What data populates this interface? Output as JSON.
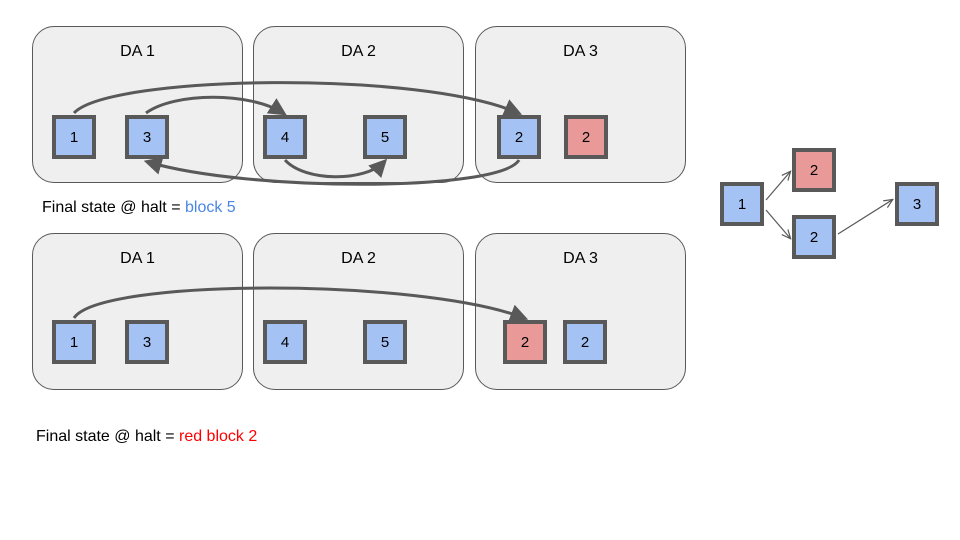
{
  "top_diagram": {
    "panels": [
      {
        "label": "DA 1"
      },
      {
        "label": "DA 2"
      },
      {
        "label": "DA 3"
      }
    ],
    "blocks": [
      "1",
      "3",
      "4",
      "5",
      "2",
      "2"
    ],
    "caption_prefix": "Final state @ halt = ",
    "caption_value": "block 5",
    "caption_value_color": "#4a86e8"
  },
  "bottom_diagram": {
    "panels": [
      {
        "label": "DA 1"
      },
      {
        "label": "DA 2"
      },
      {
        "label": "DA 3"
      }
    ],
    "blocks": [
      "1",
      "3",
      "4",
      "5",
      "2",
      "2"
    ],
    "caption_prefix": "Final state @ halt = ",
    "caption_value": "red block 2",
    "caption_value_color": "#ff0000"
  },
  "tree": {
    "blocks": [
      "1",
      "2",
      "2",
      "3"
    ]
  },
  "colors": {
    "block_blue": "#a4c2f4",
    "block_red": "#ea9999",
    "border": "#595959",
    "panel_bg": "#efefef"
  }
}
